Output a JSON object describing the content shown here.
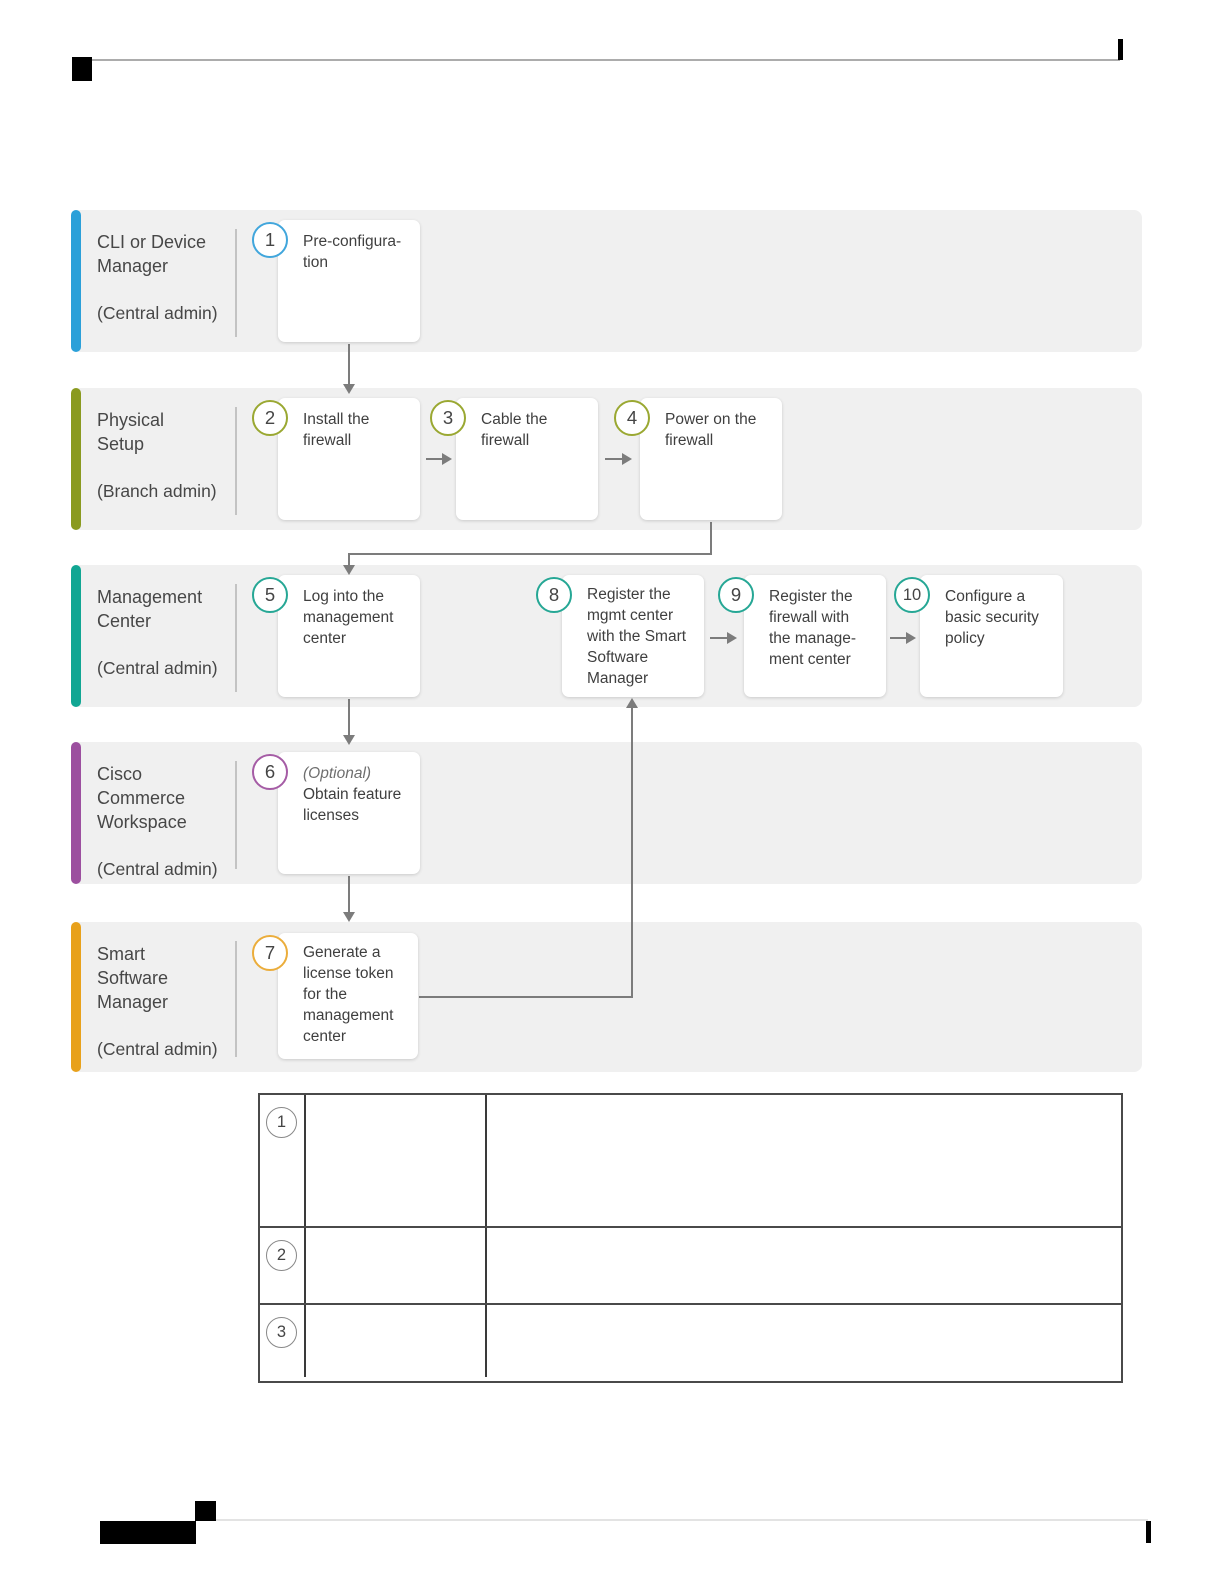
{
  "colors": {
    "accent_blue": "#2BA0D9",
    "accent_olive": "#8A9A1F",
    "accent_teal": "#11A693",
    "accent_purple": "#9C4F9F",
    "accent_orange": "#E8A11B",
    "lane_background": "#F0F0F0",
    "arrow_gray": "#7C7C7C",
    "table_border": "#4A4A4A"
  },
  "lanes": [
    {
      "title": "CLI or Device\nManager",
      "subtitle": "(Central admin)",
      "accent": "#2BA0D9",
      "steps": [
        {
          "num": "1",
          "label": "Pre-configura-\ntion"
        }
      ]
    },
    {
      "title": "Physical\nSetup",
      "subtitle": "(Branch admin)",
      "accent": "#8A9A1F",
      "steps": [
        {
          "num": "2",
          "label": "Install the\nfirewall"
        },
        {
          "num": "3",
          "label": "Cable the\nfirewall"
        },
        {
          "num": "4",
          "label": "Power on the\nfirewall"
        }
      ]
    },
    {
      "title": "Management\nCenter",
      "subtitle": "(Central admin)",
      "accent": "#11A693",
      "steps": [
        {
          "num": "5",
          "label": "Log into the\nmanagement\ncenter"
        },
        {
          "num": "8",
          "label": "Register the\nmgmt center\nwith the Smart\nSoftware\nManager"
        },
        {
          "num": "9",
          "label": "Register the\nfirewall with\nthe manage-\nment center"
        },
        {
          "num": "10",
          "label": "Configure a\nbasic security\npolicy"
        }
      ]
    },
    {
      "title": "Cisco\nCommerce\nWorkspace",
      "subtitle": "(Central admin)",
      "accent": "#9C4F9F",
      "steps": [
        {
          "num": "6",
          "note": "(Optional)",
          "label": "Obtain feature\nlicenses"
        }
      ]
    },
    {
      "title": "Smart\nSoftware\nManager",
      "subtitle": "(Central admin)",
      "accent": "#E8A11B",
      "steps": [
        {
          "num": "7",
          "label": "Generate a\nlicense token\nfor the\nmanagement\ncenter"
        }
      ]
    }
  ],
  "table": {
    "rows": [
      {
        "num": "1",
        "callout": "",
        "description": ""
      },
      {
        "num": "2",
        "callout": "",
        "description": ""
      },
      {
        "num": "3",
        "callout": "",
        "description": ""
      }
    ]
  }
}
